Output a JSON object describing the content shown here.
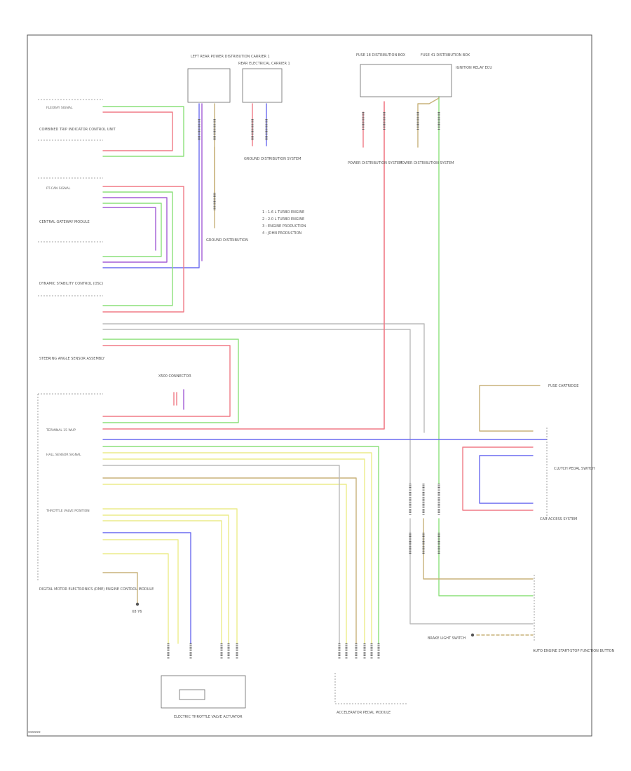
{
  "colors": {
    "red": "#f07a86",
    "green": "#8be07a",
    "blue": "#6b6bf0",
    "purple": "#a35cd6",
    "yellow": "#ecec8a",
    "tan": "#c8b27a",
    "grey": "#bbbbbb",
    "darkred": "#e23a3a",
    "orange": "#e69a2e",
    "olive": "#9a9a3a"
  },
  "diagram": {
    "id_label": "xxxxxx",
    "legend": [
      "1 : 1.6 L TURBO ENGINE",
      "2 : 2.0 L TURBO ENGINE",
      "3 : ENGINE PRODUCTION",
      "4 : JOHN PRODUCTION"
    ],
    "components": [
      {
        "name": "right-rear-unit",
        "label": "LEFT REAR POWER DISTRIBUTION CARRIER 1"
      },
      {
        "name": "relay-box",
        "label": "REAR ELECTRICAL CARRIER 1"
      },
      {
        "name": "fuse-panel-1",
        "label": "FUSE 18 DISTRIBUTION BOX"
      },
      {
        "name": "fuse-panel-2",
        "label": "FUSE 41 DISTRIBUTION BOX"
      },
      {
        "name": "ignition-relay",
        "label": "IGNITION RELAY ECU"
      },
      {
        "name": "combined-trip-switch",
        "label": "COMBINED TRIP INDICATOR CONTROL UNIT"
      },
      {
        "name": "central-gateway",
        "label": "CENTRAL GATEWAY MODULE"
      },
      {
        "name": "dynamic-stability-control",
        "label": "DYNAMIC STABILITY CONTROL (DSC)"
      },
      {
        "name": "steering-angle-sensor",
        "label": "STEERING ANGLE SENSOR ASSEMBLY"
      },
      {
        "name": "digital-motor-electronics",
        "label": "DIGITAL MOTOR ELECTRONICS (DME) ENGINE CONTROL MODULE"
      },
      {
        "name": "electronic-throttle",
        "label": "ELECTRIC THROTTLE VALVE ACTUATOR"
      },
      {
        "name": "accelerator-pedal",
        "label": "ACCELERATOR PEDAL MODULE"
      },
      {
        "name": "clutch-switch",
        "label": "CLUTCH PEDAL SWITCH"
      },
      {
        "name": "car-access",
        "label": "CAR ACCESS SYSTEM"
      },
      {
        "name": "auto-engine-control",
        "label": "AUTO ENGINE START-STOP FUNCTION BUTTON"
      },
      {
        "name": "brake-light-switch",
        "label": "BRAKE LIGHT SWITCH"
      },
      {
        "name": "power-distribution-1",
        "label": "POWER DISTRIBUTION SYSTEM"
      },
      {
        "name": "power-distribution-2",
        "label": "POWER DISTRIBUTION SYSTEM"
      },
      {
        "name": "ground-1",
        "label": "GROUND DISTRIBUTION SYSTEM"
      },
      {
        "name": "ground-2",
        "label": "GROUND DISTRIBUTION"
      },
      {
        "name": "ground-x",
        "label": "X8 Y6"
      }
    ],
    "wire_labels": {
      "flexray": "FLEXRAY SIGNAL",
      "can": "PT-CAN SIGNAL",
      "hall": "HALL SENSOR SIGNAL",
      "throttle": "THROTTLE VALVE POSITION",
      "terminal": "TERMINAL 15 WUP"
    }
  }
}
